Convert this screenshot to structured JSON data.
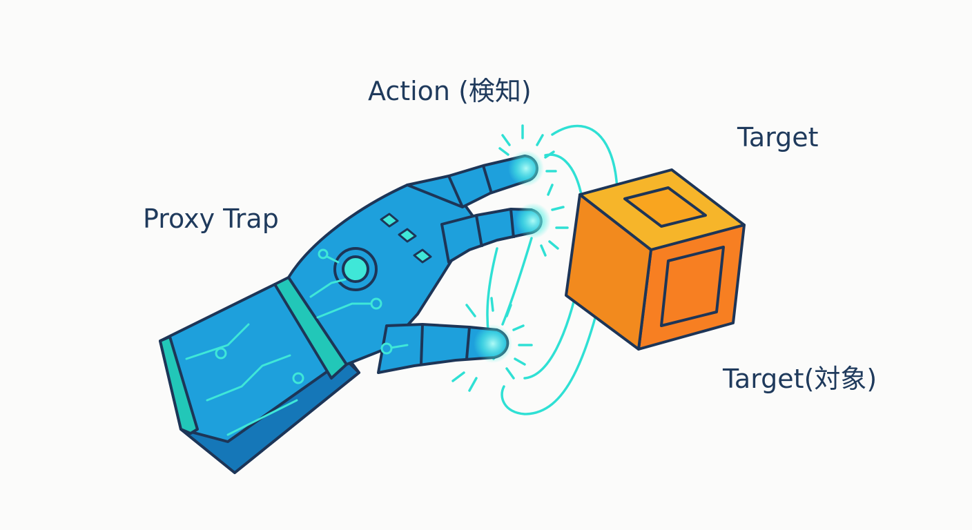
{
  "labels": {
    "action": "Action (検知)",
    "target_top": "Target",
    "proxy": "Proxy Trap",
    "target_bottom": "Target(対象)"
  },
  "colors": {
    "background": "#fbfbfa",
    "text": "#1f3a5c",
    "outline": "#1d3557",
    "hand_blue": "#1ea0dc",
    "hand_dark": "#1577b8",
    "cuff_teal": "#22c7b8",
    "circuit": "#3fe7d8",
    "glow": "#4ff0e4",
    "cube_top": "#f6b52a",
    "cube_front": "#f77f22",
    "cube_side": "#f28a1e"
  },
  "icons": {
    "hand": "robotic-hand-icon",
    "cube": "target-cube-icon",
    "signal": "detection-arc-icon"
  }
}
